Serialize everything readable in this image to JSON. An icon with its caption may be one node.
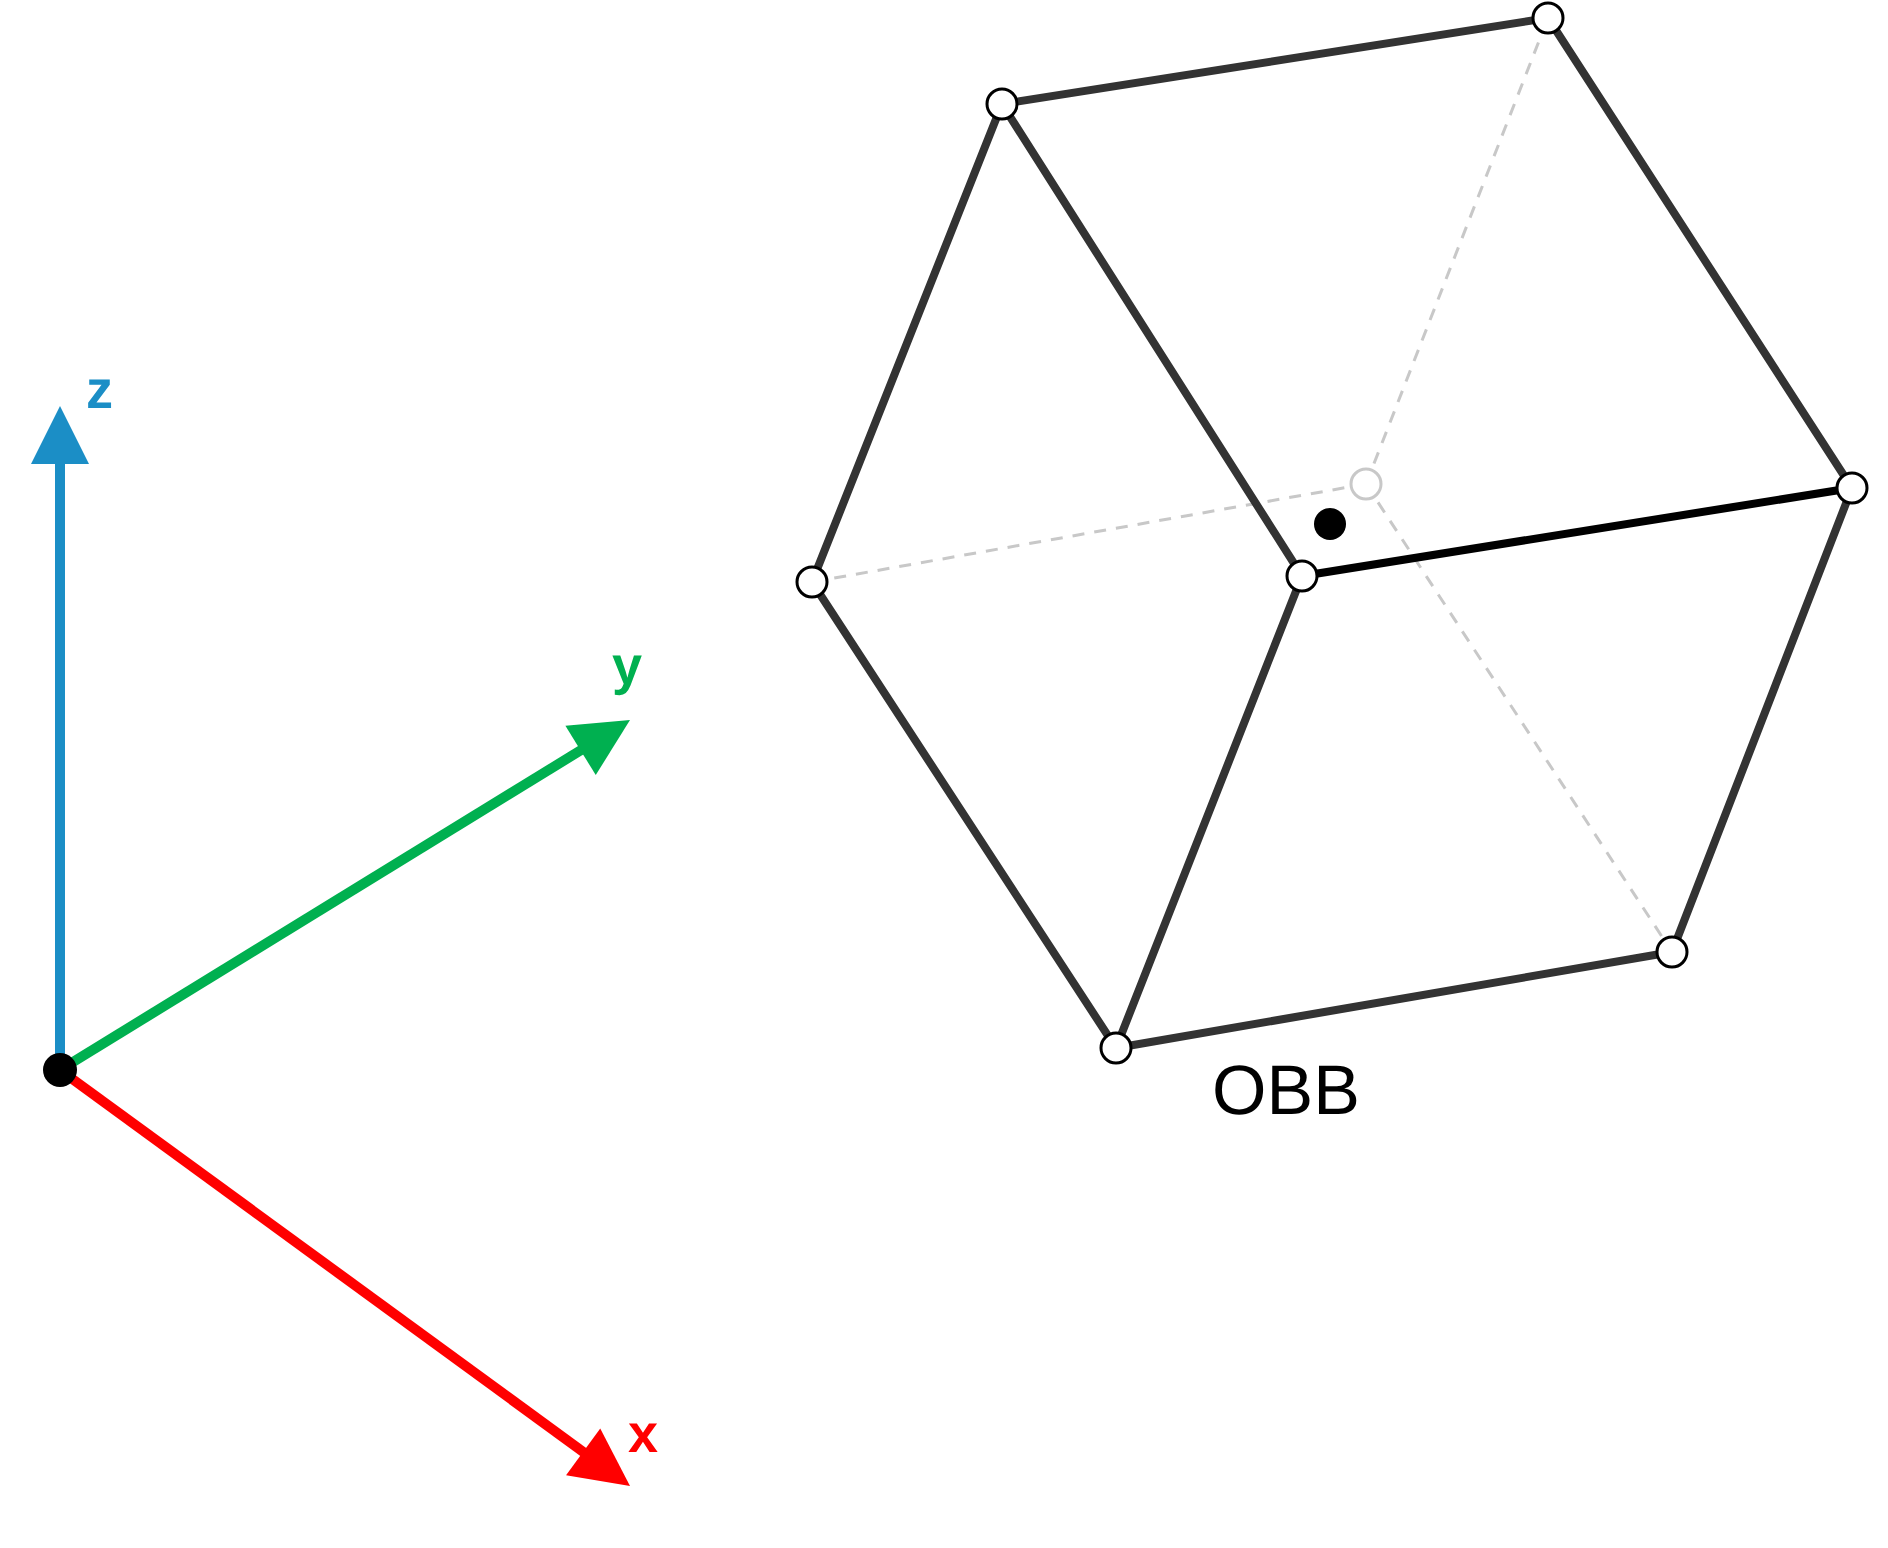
{
  "diagram": {
    "labels": [
      "z",
      "y",
      "OBB",
      "x"
    ]
  }
}
